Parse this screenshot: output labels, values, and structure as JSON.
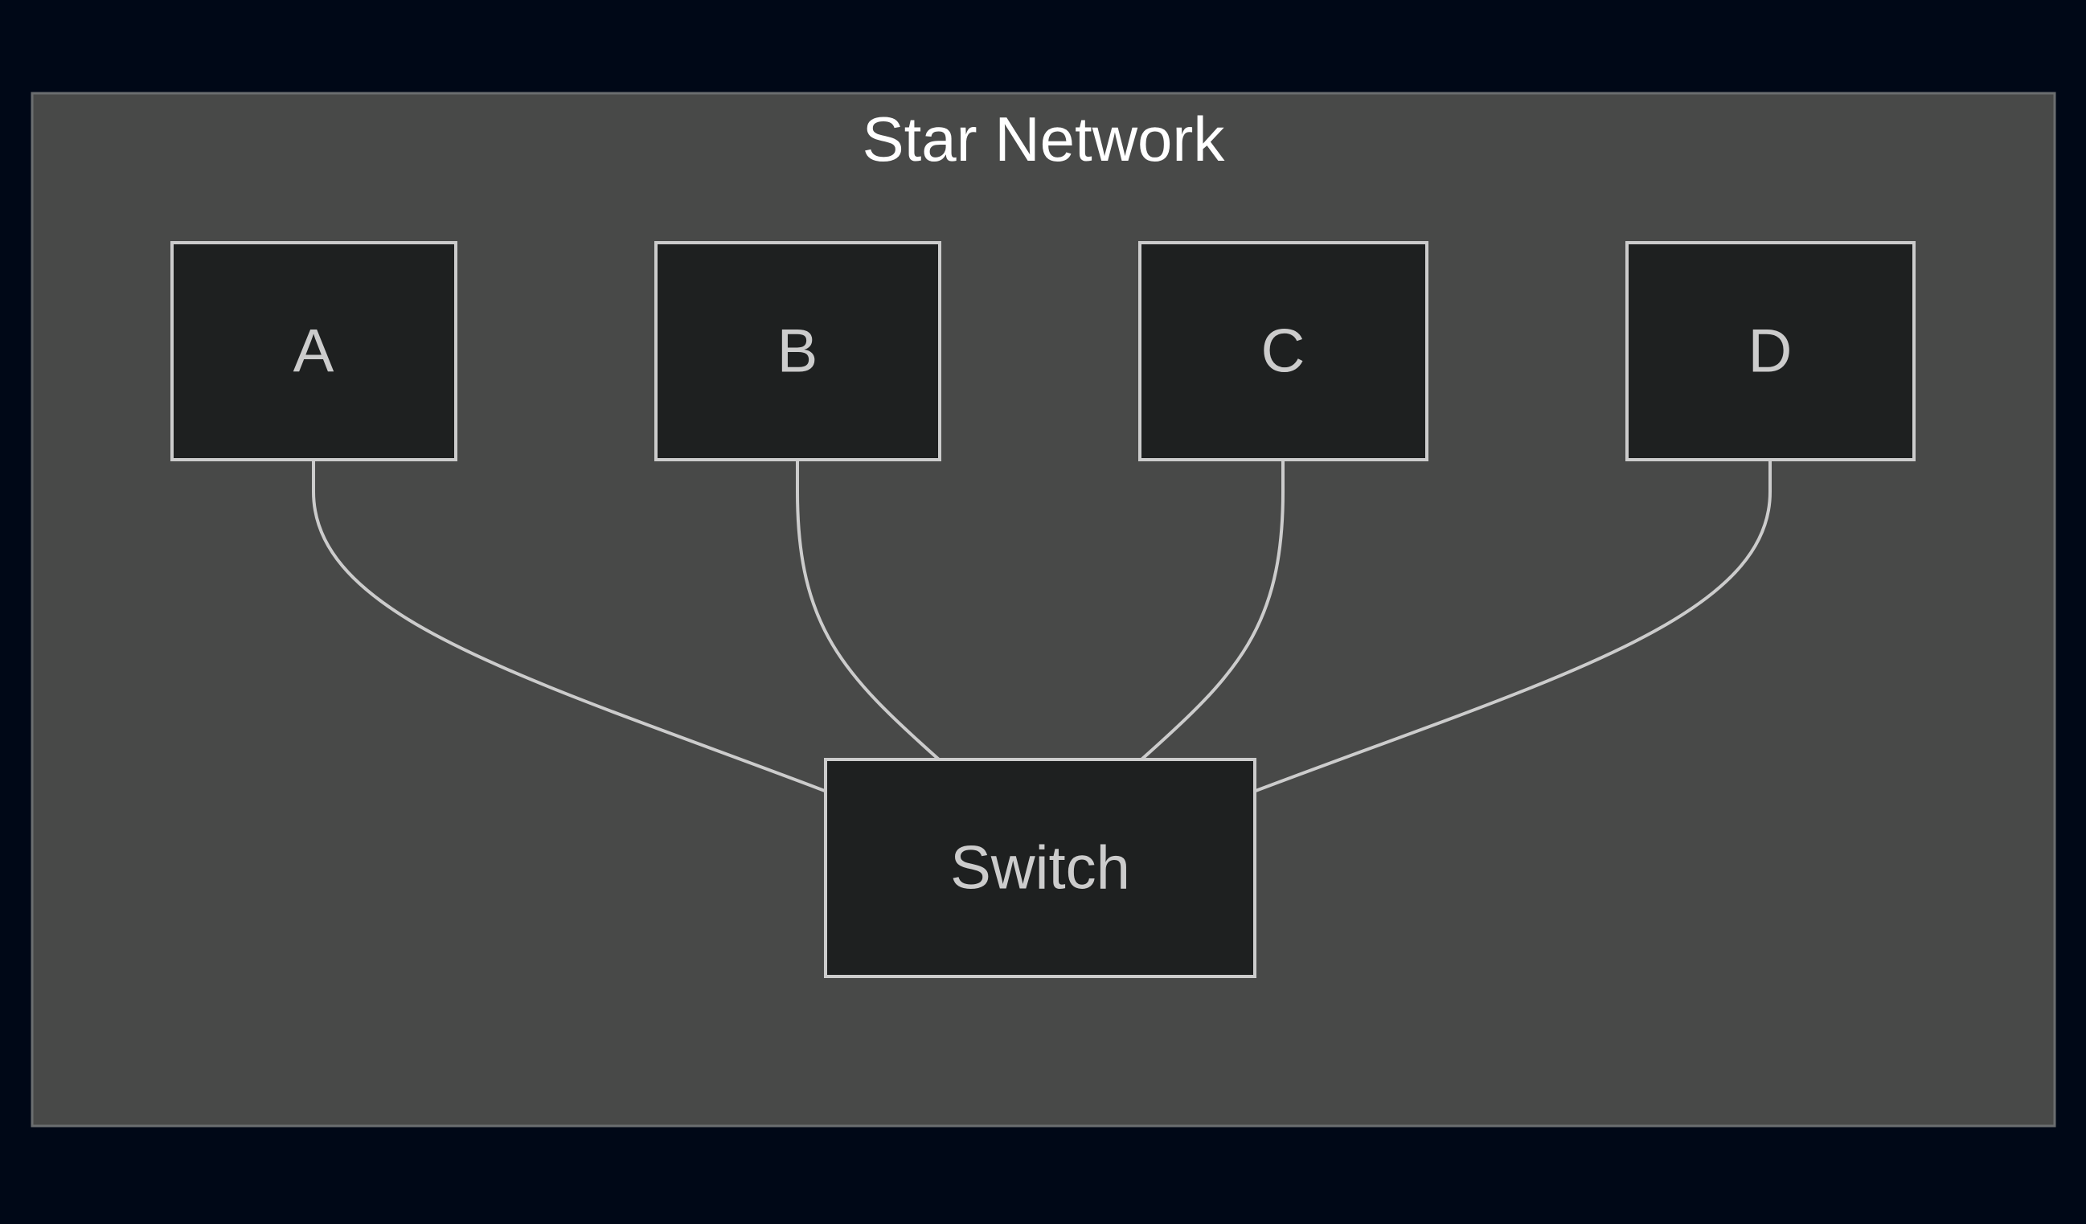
{
  "diagram": {
    "title": "Star Network",
    "nodes": [
      {
        "id": "A",
        "label": "A"
      },
      {
        "id": "B",
        "label": "B"
      },
      {
        "id": "C",
        "label": "C"
      },
      {
        "id": "D",
        "label": "D"
      },
      {
        "id": "switch",
        "label": "Switch"
      }
    ],
    "edges": [
      {
        "from": "A",
        "to": "switch"
      },
      {
        "from": "B",
        "to": "switch"
      },
      {
        "from": "C",
        "to": "switch"
      },
      {
        "from": "D",
        "to": "switch"
      }
    ]
  },
  "colors": {
    "page_background": "#000817",
    "cluster_fill": "#484948",
    "cluster_stroke": "#6b6e70",
    "node_fill": "#1e2020",
    "node_stroke": "#cccccc",
    "node_text": "#cccccc",
    "title_text": "#ffffff",
    "edge_stroke": "#cccccc"
  }
}
